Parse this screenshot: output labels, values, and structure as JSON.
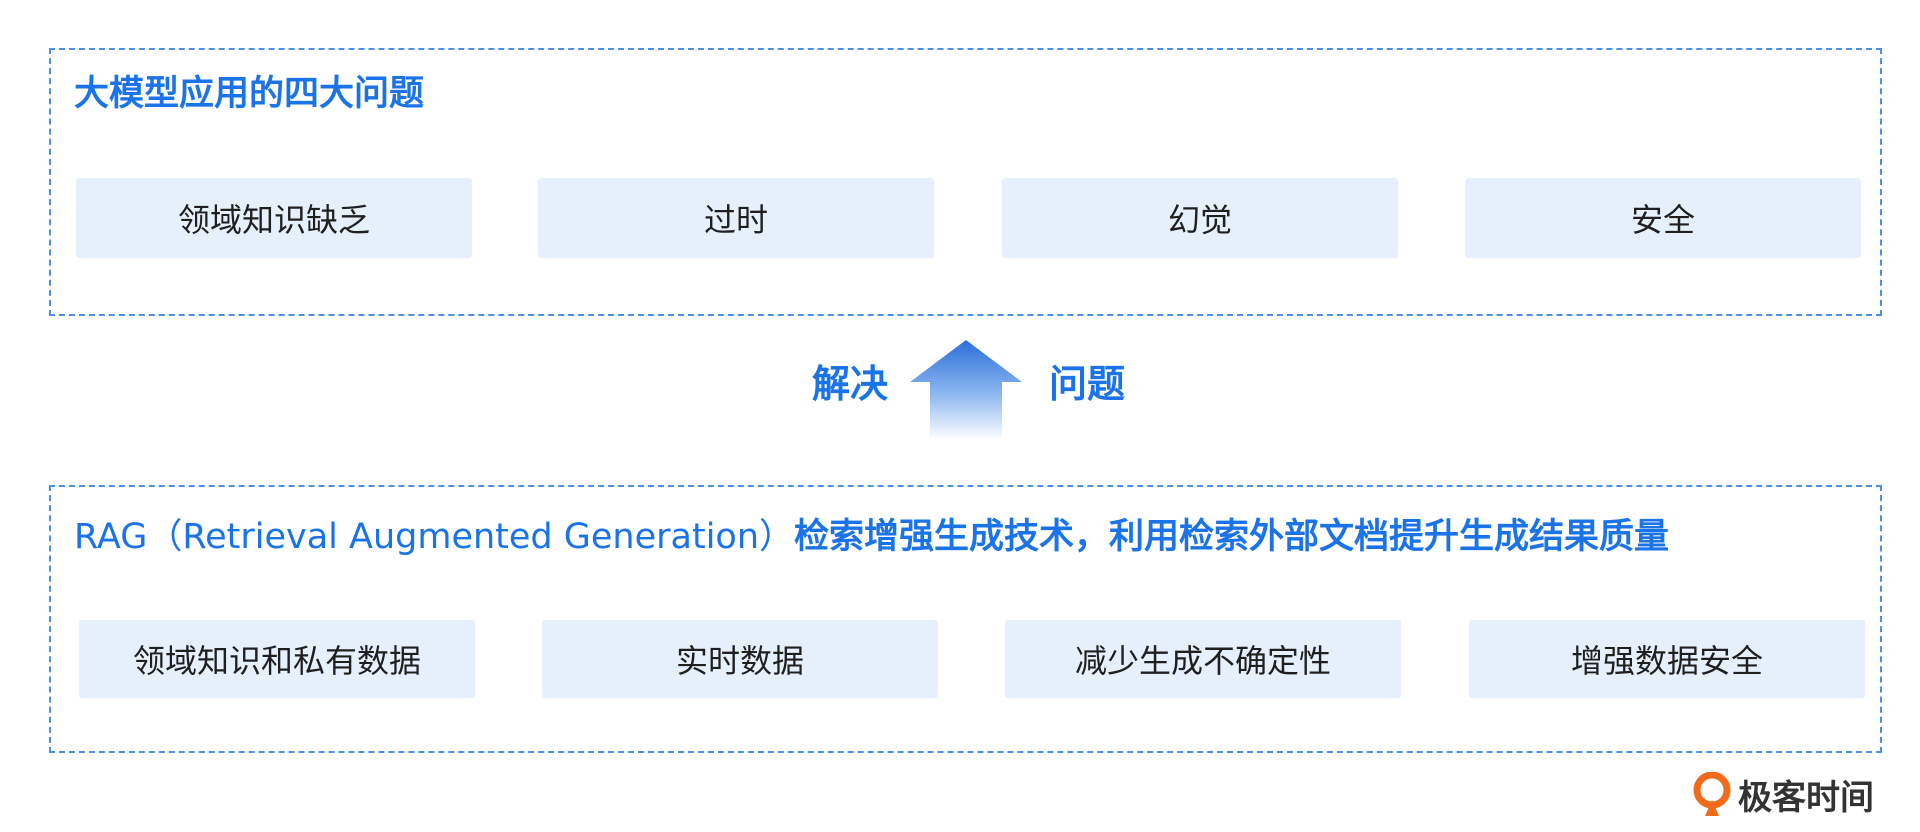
{
  "problems": {
    "title": "大模型应用的四大问题",
    "items": [
      "领域知识缺乏",
      "过时",
      "幻觉",
      "安全"
    ]
  },
  "connector": {
    "left_label": "解决",
    "right_label": "问题"
  },
  "solution": {
    "title_en": "RAG（Retrieval Augmented Generation）",
    "title_zh": "检索增强生成技术，利用检索外部文档提升生成结果质量",
    "items": [
      "领域知识和私有数据",
      "实时数据",
      "减少生成不确定性",
      "增强数据安全"
    ]
  },
  "logo": {
    "text": "极客时间"
  },
  "colors": {
    "accent": "#1a73e8",
    "box_fill": "#e6f0fd",
    "border": "#4a8fe8",
    "logo_orange": "#f26b1d"
  }
}
